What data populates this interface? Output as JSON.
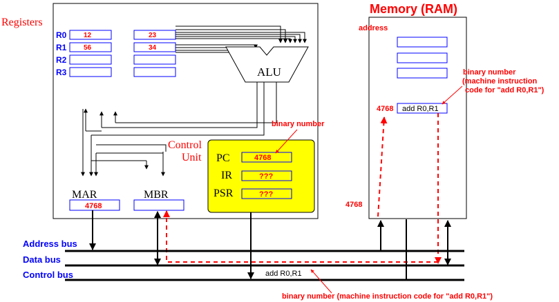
{
  "cpu": {
    "registers_label": "Registers",
    "registers": [
      {
        "name": "R0",
        "value": "12"
      },
      {
        "name": "R1",
        "value": "56"
      },
      {
        "name": "R2",
        "value": ""
      },
      {
        "name": "R3",
        "value": ""
      }
    ],
    "second_col_values": [
      "23",
      "34",
      "",
      ""
    ],
    "alu_label": "ALU",
    "mar_label": "MAR",
    "mar_value": "4768",
    "mbr_label": "MBR",
    "mbr_value": "",
    "control_unit_label_line1": "Control",
    "control_unit_label_line2": "Unit",
    "pc_label": "PC",
    "pc_value": "4768",
    "ir_label": "IR",
    "ir_value": "???",
    "psr_label": "PSR",
    "psr_value": "???",
    "pc_annotation": "binary number"
  },
  "memory": {
    "title": "Memory (RAM)",
    "address_label": "address",
    "cell_address": "4768",
    "cell_value": "add R0,R1",
    "annotation_line1": "binary number",
    "annotation_line2": "(machine instruction",
    "annotation_line3": "code for \"add R0,R1\")",
    "incoming_address": "4768"
  },
  "buses": {
    "address_bus": "Address bus",
    "data_bus": "Data bus",
    "control_bus": "Control bus",
    "bus_value": "add R0,R1",
    "bottom_annotation": "binary number  (machine instruction code for \"add R0,R1\")"
  },
  "colors": {
    "annotation": "#ff0000",
    "register_label": "#0000ff",
    "control_unit_fill": "#ffff00"
  }
}
